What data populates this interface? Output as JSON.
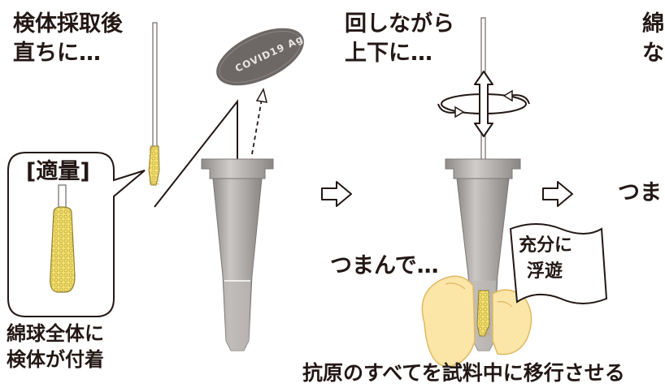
{
  "step1": {
    "label_line1": "検体採取後",
    "label_line2": "直ちに…",
    "callout_title": "[適量]",
    "bottom_line1": "綿球全体に",
    "bottom_line2": "検体が付着",
    "seal_text": "COVID19 Ag"
  },
  "step2": {
    "label_line1": "回しながら",
    "label_line2": "上下に…",
    "pinch_label": "つまんで…",
    "flag_line1": "充分に",
    "flag_line2": "浮遊"
  },
  "step3": {
    "label_line1": "綿",
    "label_line2": "な",
    "pinch_label": "つま"
  },
  "caption": "抗原のすべてを試料中に移行させる",
  "colors": {
    "text": "#231815",
    "tube": "#a7a3a2",
    "swab_yellow": "#f5e06d",
    "finger": "#fbe6a8"
  }
}
